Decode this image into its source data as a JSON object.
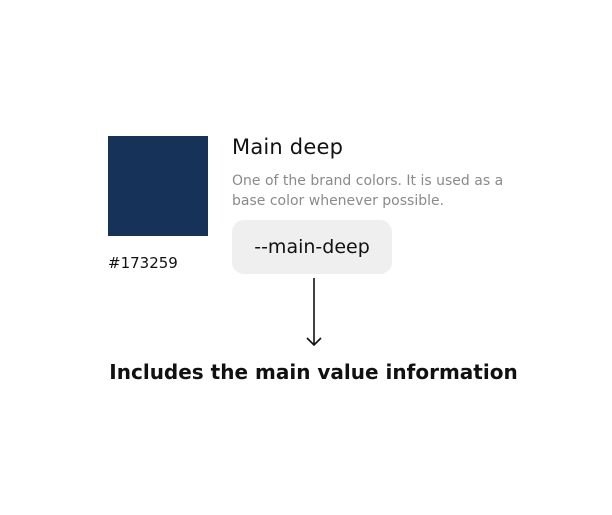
{
  "swatch": {
    "color": "#173259",
    "hex_label": "#173259"
  },
  "info": {
    "title": "Main deep",
    "description": "One of the brand colors. It is used as a base color whenever possible.",
    "token": "--main-deep"
  },
  "caption": "Includes the main value information",
  "colors": {
    "token_bg": "#efefef",
    "description_text": "#8a8a8a",
    "text": "#111111"
  }
}
